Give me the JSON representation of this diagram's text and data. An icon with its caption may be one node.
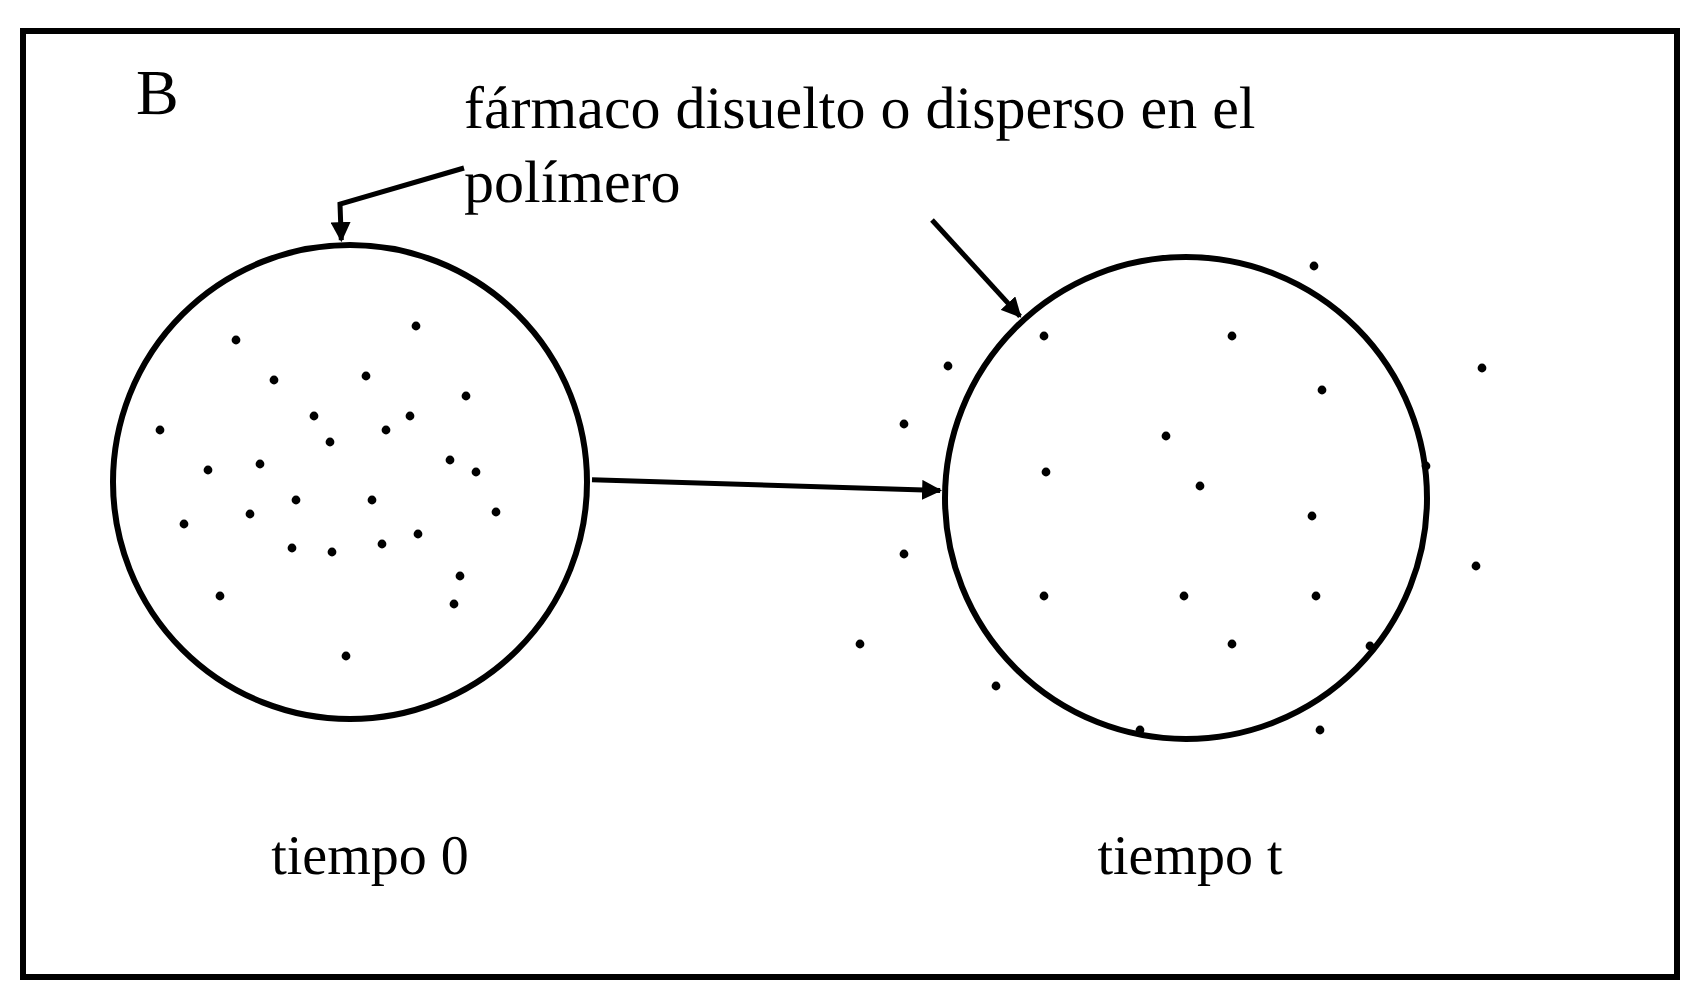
{
  "diagram": {
    "nodes": [
      {
        "text": [
          "fármaco disuelto o disperso en el polímero"
        ]
      },
      {
        "text": [],
        "shape": "circle",
        "beside": [
          "tiempo 0"
        ]
      },
      {
        "text": [],
        "shape": "circle",
        "beside": [
          "tiempo t"
        ]
      }
    ],
    "edges": [
      {
        "from": 0,
        "to": 1,
        "arrow": "to"
      },
      {
        "from": 0,
        "to": 2,
        "arrow": "to"
      },
      {
        "from": 1,
        "to": 2,
        "arrow": "to"
      }
    ],
    "labels": [
      "B"
    ]
  }
}
